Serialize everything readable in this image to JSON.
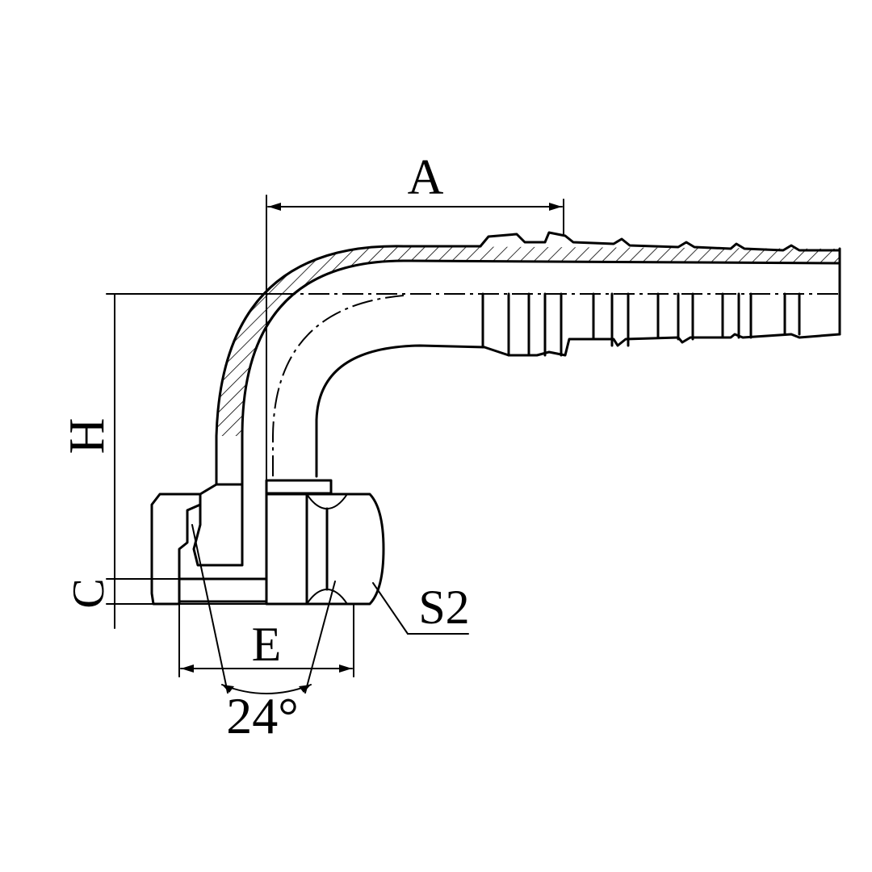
{
  "labels": {
    "A": "A",
    "H": "H",
    "C": "C",
    "E": "E",
    "S2": "S2",
    "angle": "24°"
  }
}
